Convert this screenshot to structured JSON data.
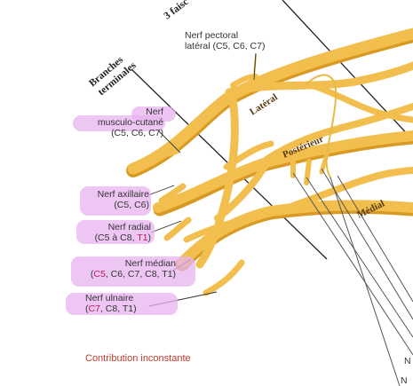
{
  "header": {
    "faisceaux_partial": "3 faisc",
    "branches_line1": "Branches",
    "branches_line2": "terminales"
  },
  "pectoral": {
    "line1": "Nerf pectoral",
    "line2": "latéral (C5, C6, C7)"
  },
  "cords": {
    "lateral": "Latéral",
    "posterior": "Postérieur",
    "medial": "Médial"
  },
  "nerves": {
    "musculo": {
      "line1": "Nerf",
      "line2": "musculo-cutané",
      "line3": "(C5, C6, C7)"
    },
    "axillaire": {
      "line1": "Nerf axillaire",
      "line2": "(C5, C6)"
    },
    "radial": {
      "line1": "Nerf radial",
      "line2_a": "(C5 à C8, ",
      "line2_red": "T1",
      "line2_b": ")"
    },
    "median": {
      "line1": "Nerf médian",
      "p1": "(",
      "red": "C5",
      "p2": ", C6, C7, C8, T1)"
    },
    "ulnaire": {
      "line1": "Nerf ulnaire",
      "p1": "(",
      "red": "C7",
      "p2": ", C8, T1)"
    }
  },
  "edge_labels": [
    "N",
    "N"
  ],
  "legend": {
    "text": "Contribution inconstante"
  },
  "colors": {
    "nerve_fill": "#f2bf4e",
    "nerve_shade": "#d99a24",
    "highlight": "#e7b3ef",
    "inconstant": "#c2185b",
    "legend_text": "#c0392b"
  }
}
